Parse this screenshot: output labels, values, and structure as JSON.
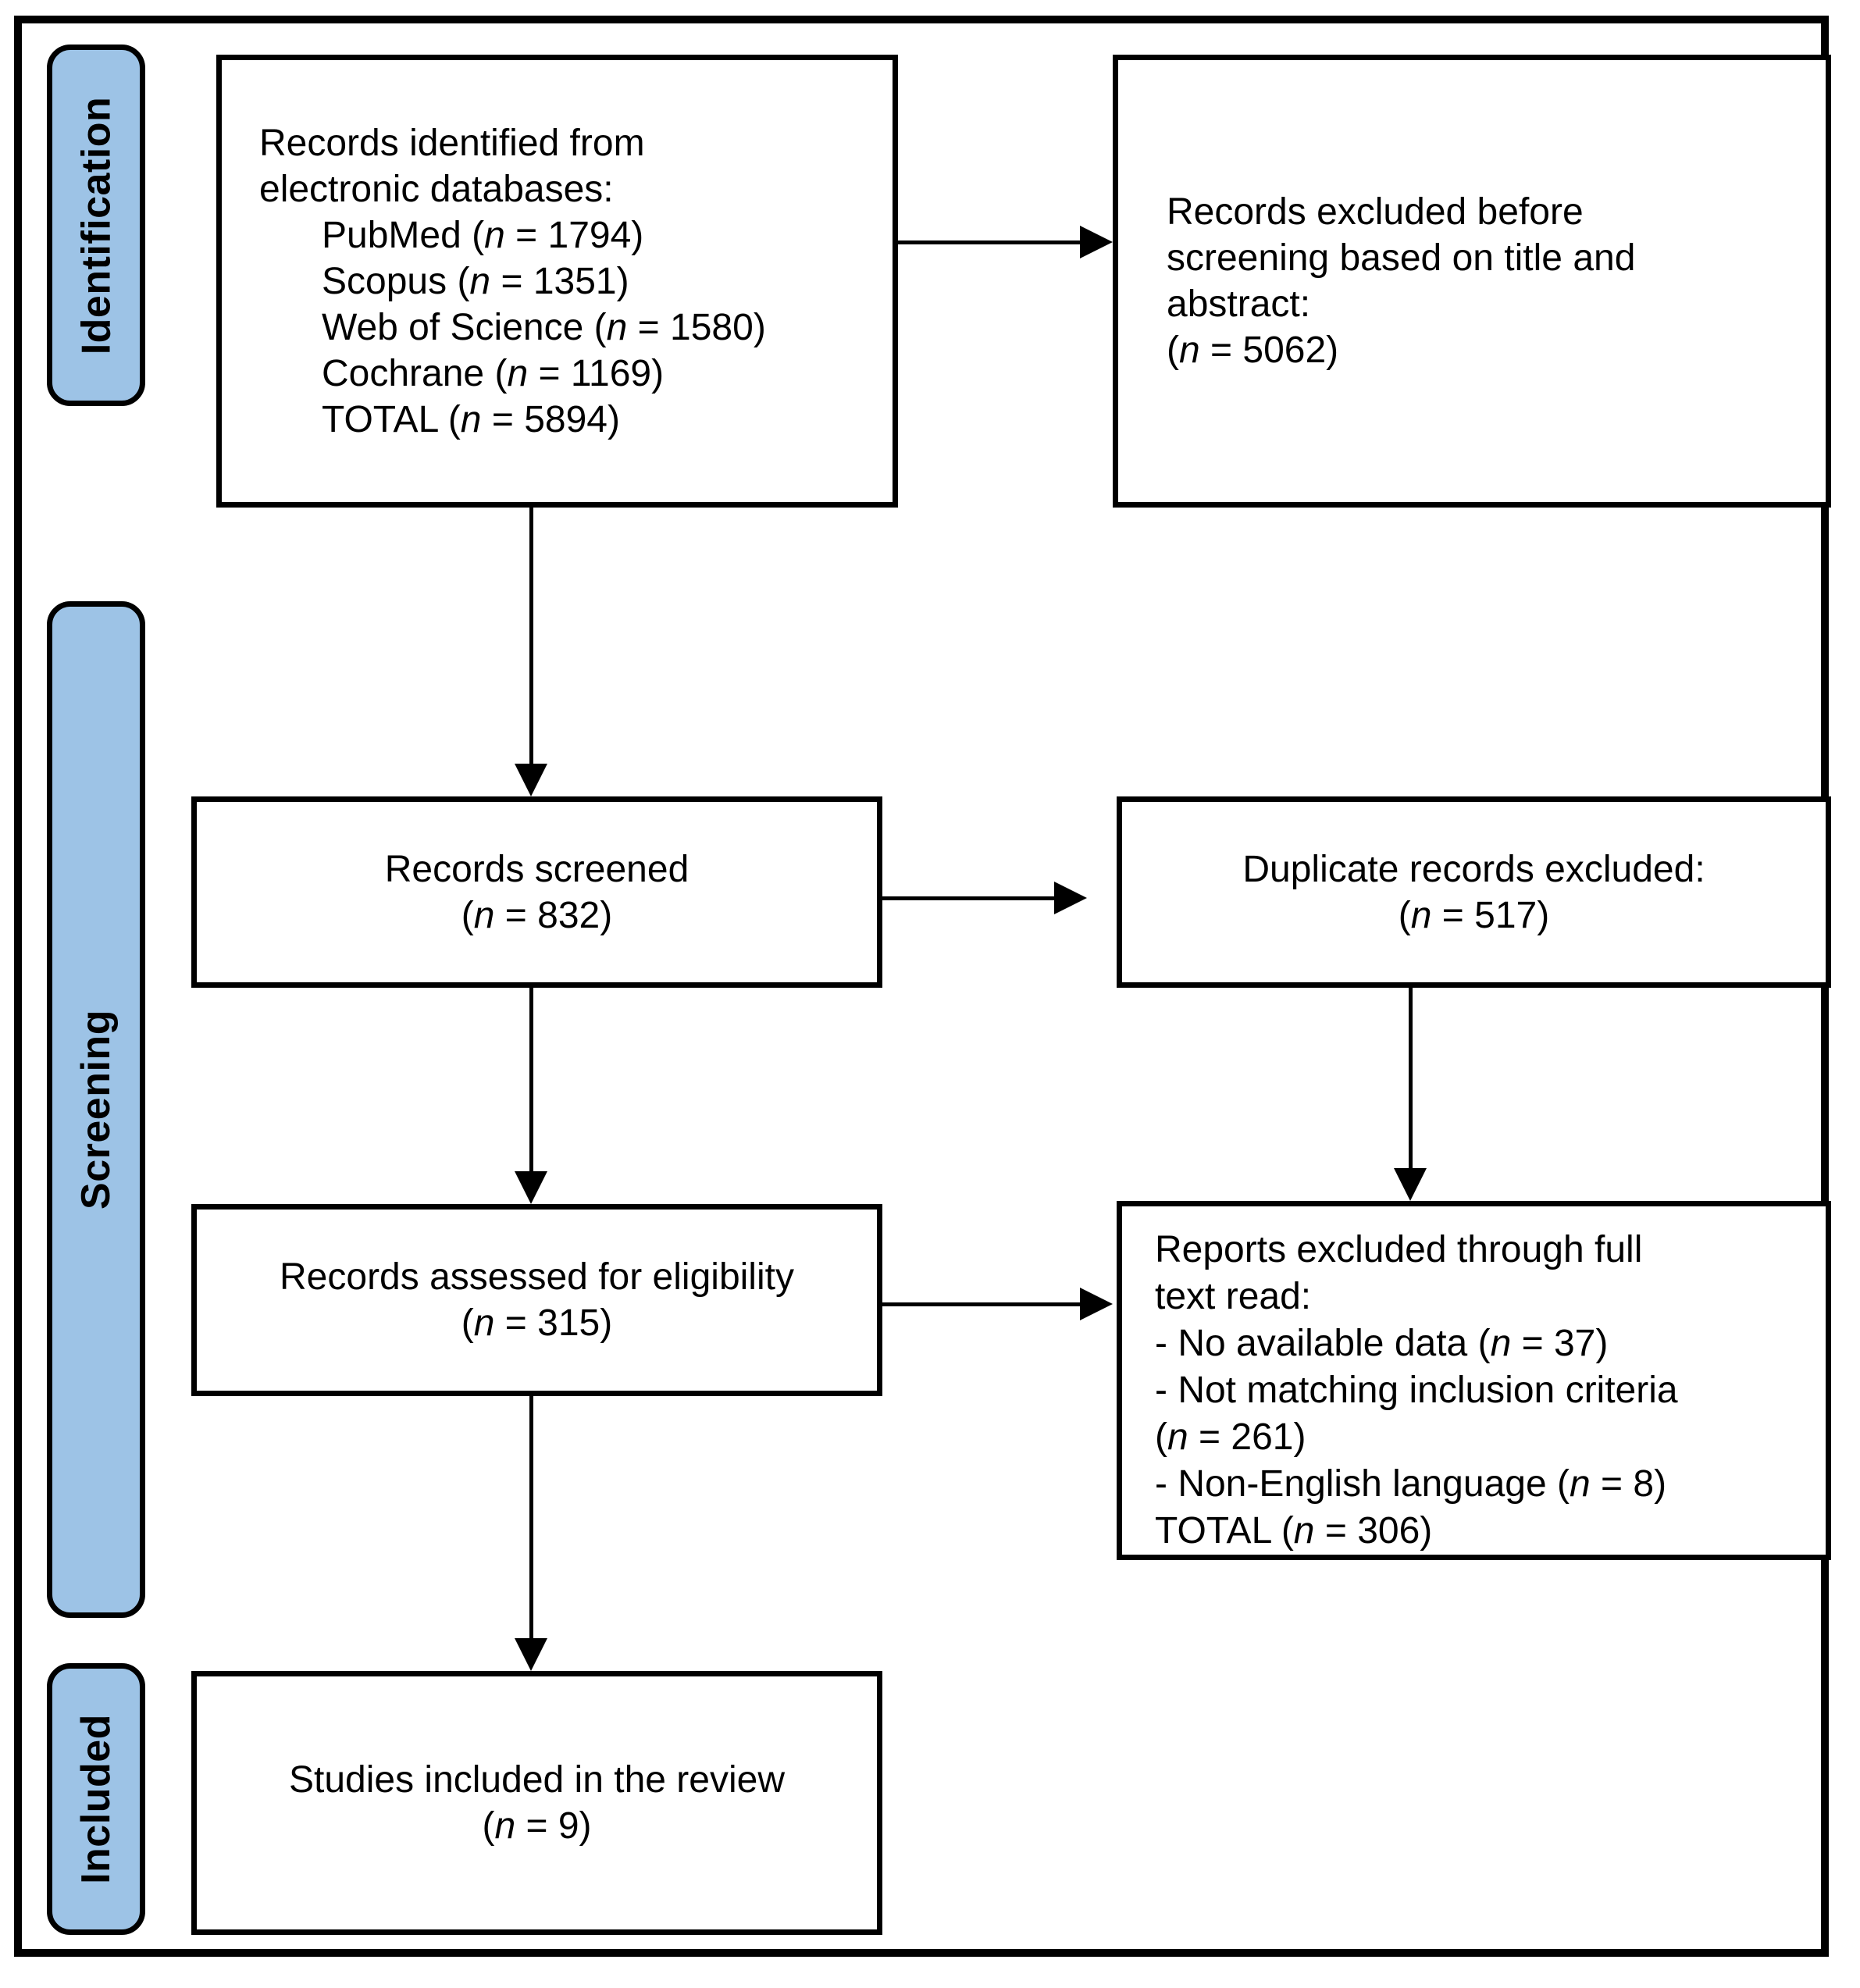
{
  "colors": {
    "stage_fill": "#9DC3E6",
    "line": "#000000",
    "box_fill": "#FFFFFF"
  },
  "stages": [
    {
      "label": "Identification"
    },
    {
      "label": "Screening"
    },
    {
      "label": "Included"
    }
  ],
  "boxes": {
    "identified": {
      "lines": [
        "Records identified from",
        "electronic databases:",
        "PubMed (n = 1794)",
        "Scopus (n = 1351)",
        "Web of Science (n = 1580)",
        "Cochrane (n = 1169)",
        "TOTAL (n = 5894)"
      ]
    },
    "excluded_before_screening": {
      "lines": [
        "Records excluded before",
        "screening based on title and",
        "abstract:",
        "(n = 5062)"
      ]
    },
    "screened": {
      "lines": [
        "Records screened",
        "(n = 832)"
      ]
    },
    "duplicates_excluded": {
      "lines": [
        "Duplicate records excluded:",
        "(n = 517)"
      ]
    },
    "assessed": {
      "lines": [
        "Records assessed for eligibility",
        "(n = 315)"
      ]
    },
    "excluded_full_text": {
      "lines": [
        "Reports excluded through full",
        "text read:",
        "- No available data (n = 37)",
        "- Not matching inclusion criteria",
        "(n = 261)",
        "- Non-English language (n = 8)",
        "TOTAL (n = 306)"
      ]
    },
    "included": {
      "lines": [
        "Studies included in the review",
        "(n = 9)"
      ]
    }
  }
}
